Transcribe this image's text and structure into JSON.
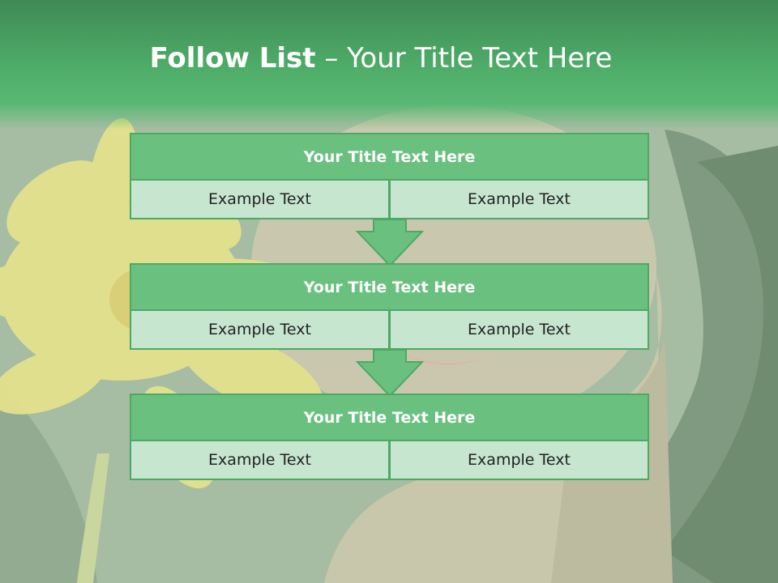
{
  "slide": {
    "title_bold": "Follow List",
    "title_rest": "– Your Title Text Here"
  },
  "blocks": [
    {
      "title": "Your Title Text Here",
      "left": "Example Text",
      "right": "Example Text"
    },
    {
      "title": "Your Title Text Here",
      "left": "Example Text",
      "right": "Example Text"
    },
    {
      "title": "Your Title Text Here",
      "left": "Example Text",
      "right": "Example Text"
    }
  ],
  "colors": {
    "header_green": "#4fae69",
    "box_green": "#6ac17f",
    "cell_green": "#c7e6d0",
    "border_green": "#4ea865"
  },
  "icons": [
    "down-arrow-icon",
    "down-arrow-icon"
  ]
}
